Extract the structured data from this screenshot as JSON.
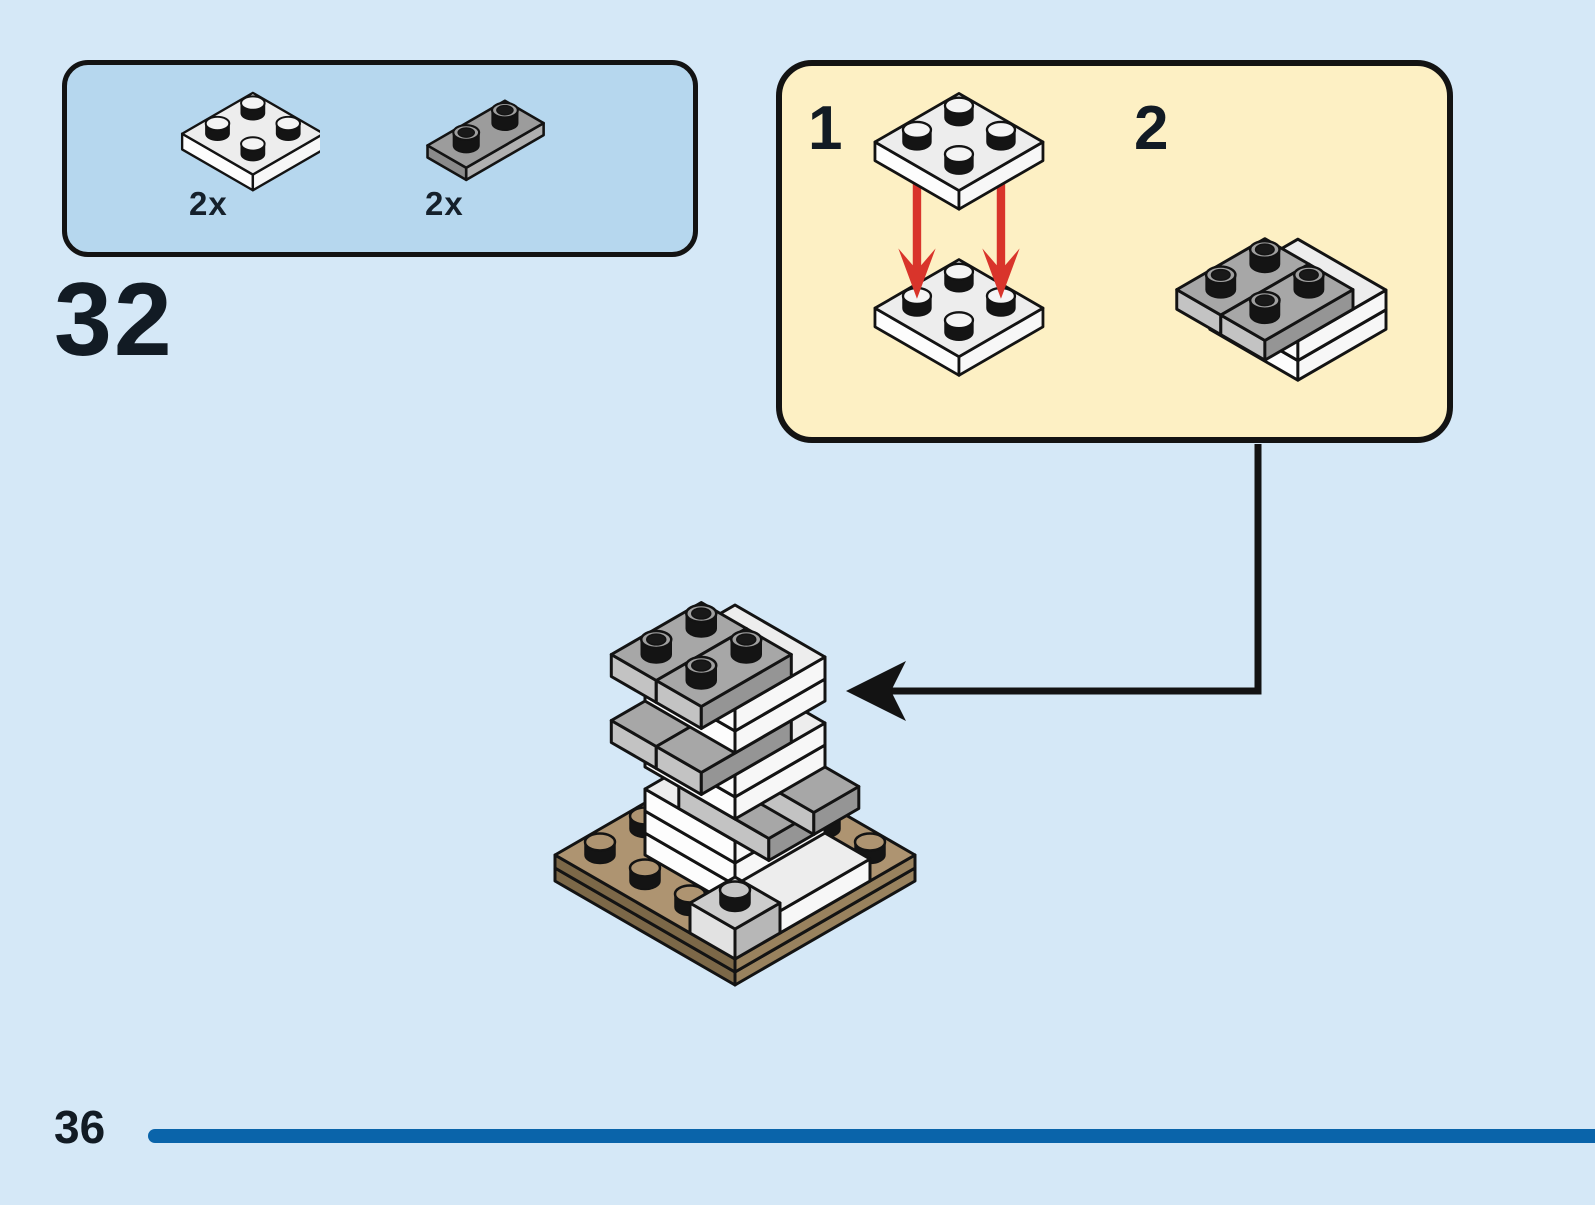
{
  "page": {
    "number": "36"
  },
  "step": {
    "number": "32"
  },
  "parts_panel": {
    "parts": [
      {
        "name": "white-2x2-plate",
        "count": "2x"
      },
      {
        "name": "dark-gray-1x2-plate-hollow-studs",
        "count": "2x"
      }
    ]
  },
  "callout": {
    "substeps": [
      {
        "label": "1"
      },
      {
        "label": "2"
      }
    ]
  },
  "colors": {
    "page_background": "#d5e8f7",
    "parts_panel_background": "#b6d7ee",
    "callout_background": "#fdf0c4",
    "footer_bar": "#0a64aa",
    "outline": "#131313",
    "arrow_red": "#d9342b",
    "arrow_black": "#131313",
    "white_plate": {
      "t": "#ededed",
      "l": "#fdfdfd",
      "r": "#f7f7f7"
    },
    "gray_plate": {
      "t": "#a7a7a7",
      "l": "#c3c3c3",
      "r": "#959595"
    },
    "dark_gray_plate": {
      "t": "#9c9c9c",
      "l": "#8a8a8a",
      "r": "#b0b0b0"
    },
    "light_gray_plate": {
      "t": "#cdcdcd",
      "l": "#e2e2e2",
      "r": "#b7b7b7"
    },
    "tan_plate": {
      "t": "#ae9471",
      "l": "#7c6848",
      "r": "#99825e"
    },
    "stud_side": "#141414",
    "stud_white": "#f4f4f4",
    "stud_gray": "#c6c6c6",
    "hollow_top": "#9f9f9f",
    "hollow_center": "#191919"
  }
}
